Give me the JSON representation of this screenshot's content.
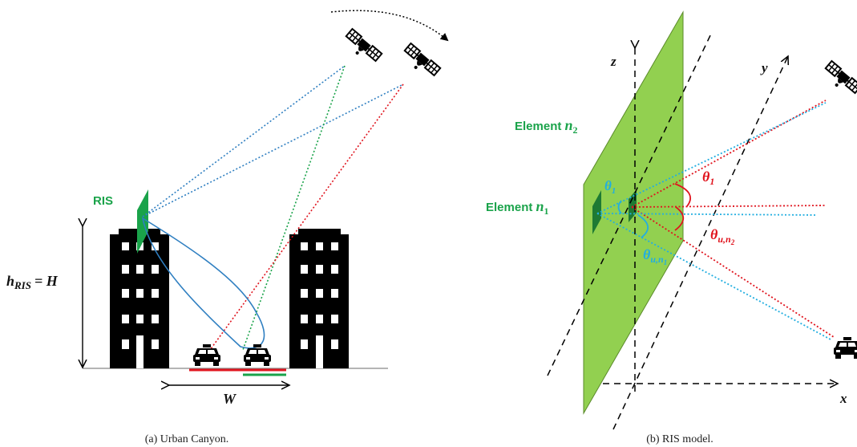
{
  "left": {
    "ris_label": "RIS",
    "height_label": {
      "main": "h",
      "sub": "RIS",
      "eq": "= H"
    },
    "width_label": "W",
    "caption": "(a) Urban Canyon."
  },
  "right": {
    "element_n2": {
      "text": "Element ",
      "var": "n",
      "sub": "2"
    },
    "element_n1": {
      "text": "Element ",
      "var": "n",
      "sub": "1"
    },
    "axis_z": "z",
    "axis_y": "y",
    "axis_x": "x",
    "theta1_red": {
      "var": "θ",
      "sub": "1"
    },
    "theta1_blue": {
      "var": "θ",
      "sub": "1"
    },
    "theta_u_n2": {
      "var": "θ",
      "sub": "u,n",
      "subsub": "2"
    },
    "theta_u_n1": {
      "var": "θ",
      "sub": "u,n",
      "subsub": "1"
    },
    "caption": "(b) RIS model."
  },
  "colors": {
    "ris_green": "#1aa34a",
    "plane_green": "#92d050",
    "signal_blue": "#2f7fc1",
    "signal_red": "#e0141e",
    "signal_green": "#1aa34a",
    "cyan": "#22aee0",
    "building": "#000000"
  },
  "icons": [
    "satellite-icon",
    "car-icon",
    "building-icon"
  ]
}
